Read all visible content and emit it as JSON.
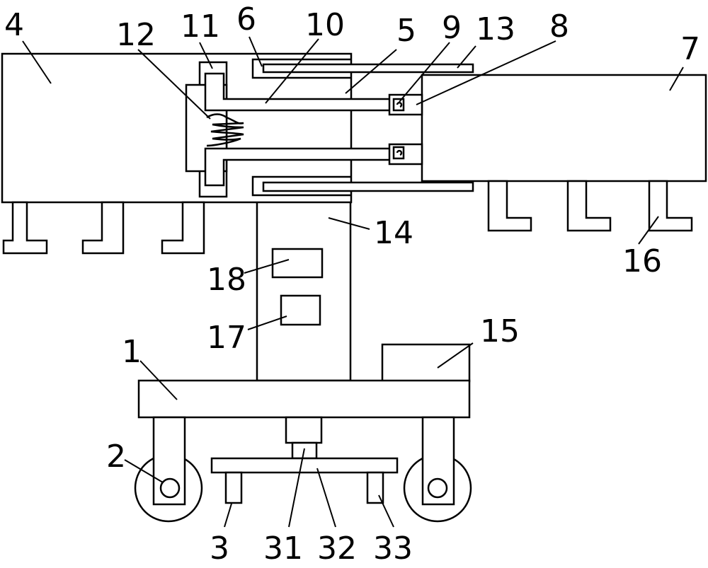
{
  "labels": {
    "n1": "1",
    "n2": "2",
    "n3": "3",
    "n4": "4",
    "n5": "5",
    "n6": "6",
    "n7": "7",
    "n8": "8",
    "n9": "9",
    "n10": "10",
    "n11": "11",
    "n12": "12",
    "n13": "13",
    "n14": "14",
    "n15": "15",
    "n16": "16",
    "n17": "17",
    "n18": "18",
    "n31": "31",
    "n32": "32",
    "n33": "33"
  }
}
